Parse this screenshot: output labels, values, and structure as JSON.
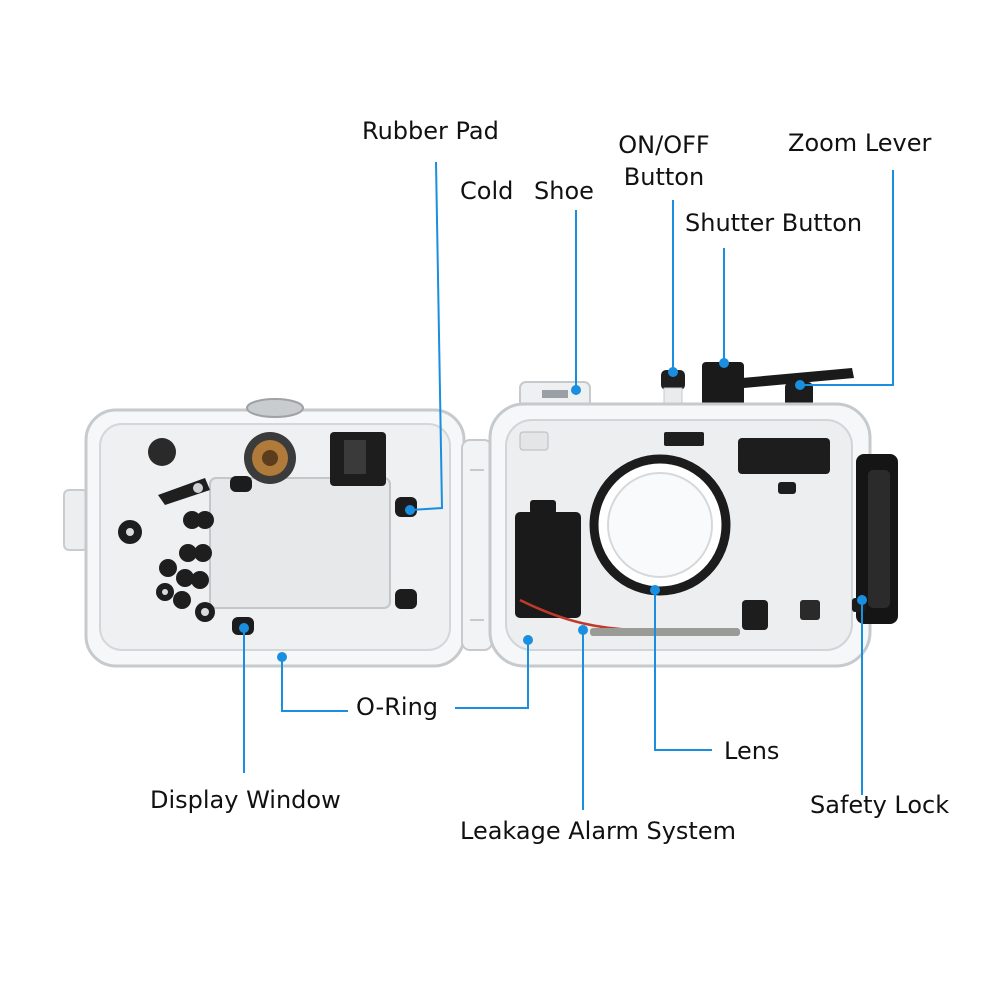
{
  "labels": {
    "rubber_pad": "Rubber Pad",
    "cold": "Cold",
    "shoe": "Shoe",
    "on_off_line1": "ON/OFF",
    "on_off_line2": "Button",
    "zoom_lever": "Zoom Lever",
    "shutter_button": "Shutter Button",
    "o_ring": "O-Ring",
    "lens": "Lens",
    "display_window": "Display Window",
    "safety_lock": "Safety Lock",
    "leakage_alarm_system": "Leakage Alarm System"
  },
  "colors": {
    "leader": "#1a8fe0",
    "housing": "#f4f5f6",
    "housing_edge": "#cfd3d6",
    "dark": "#1b1b1b",
    "brass": "#b07a3a"
  },
  "icons": {
    "product": "underwater-camera-housing"
  }
}
